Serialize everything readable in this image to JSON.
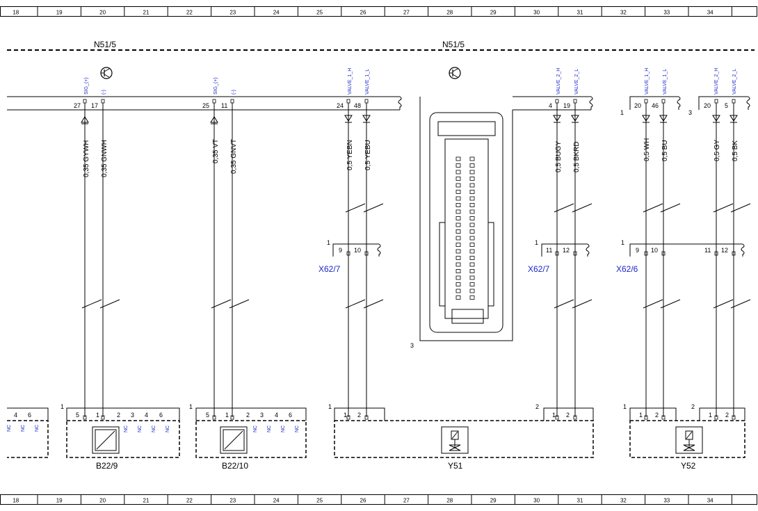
{
  "ruler": [
    "18",
    "19",
    "20",
    "21",
    "22",
    "23",
    "24",
    "25",
    "26",
    "27",
    "28",
    "29",
    "30",
    "31",
    "32",
    "33",
    "34"
  ],
  "module": {
    "left_label": "N51/5",
    "right_label": "N51/5"
  },
  "pins": {
    "p27": "27",
    "p17": "17",
    "p25": "25",
    "p11": "11",
    "p24": "24",
    "p48": "48",
    "p4": "4",
    "p19": "19",
    "p20a": "20",
    "p46": "46",
    "p20b": "20",
    "p5": "5"
  },
  "signals": {
    "sig_plus_a": "SIG_(+)",
    "minus_a": "(-)",
    "sig_plus_b": "SIG_(+)",
    "minus_b": "(-)",
    "valve1h_a": "VALVE_1_H",
    "valve1l_a": "VALVE_1_L",
    "valve2h_a": "VALVE_2_H",
    "valve2l_a": "VALVE_2_L",
    "valve1h_b": "VALVE_1_H",
    "valve1l_b": "VALVE_1_L",
    "valve2h_b": "VALVE_2_H",
    "valve2l_b": "VALVE_2_L"
  },
  "wires": {
    "w1": "0,35 GYWH",
    "w2": "0,35 GNWH",
    "w3": "0,35 VT",
    "w4": "0,35 GNVT",
    "w5": "0,5 YEBN",
    "w6": "0,5 YEBU",
    "w7": "0,5 BUGY",
    "w8": "0,5 BKRD",
    "w9": "0,5 WH",
    "w10": "0,5 BU",
    "w11": "0,5 GY",
    "w12": "0,5 BK"
  },
  "connector_group_marks": {
    "c1": "1",
    "c3": "3",
    "c3b": "3"
  },
  "connectors": {
    "x62_7a": {
      "label": "X62/7",
      "mark": "1",
      "pin_a": "9",
      "pin_b": "10"
    },
    "x62_7b": {
      "label": "X62/7",
      "mark": "1",
      "pin_a": "11",
      "pin_b": "12"
    },
    "x62_6": {
      "label": "X62/6",
      "mark": "1",
      "pin_a": "9",
      "pin_b": "10",
      "pin_c": "11",
      "pin_d": "12"
    }
  },
  "components": {
    "partial": {
      "p4": "4",
      "p6": "6",
      "nc": "NC"
    },
    "b22_9": {
      "label": "B22/9",
      "mark": "1",
      "pins": [
        "5",
        "1",
        "2",
        "3",
        "4",
        "6"
      ],
      "nc": "NC"
    },
    "b22_10": {
      "label": "B22/10",
      "mark": "1",
      "pins": [
        "5",
        "1",
        "2",
        "3",
        "4",
        "6"
      ],
      "nc": "NC"
    },
    "y51": {
      "label": "Y51",
      "mark1": "1",
      "mark2": "2",
      "pins1": [
        "1",
        "2"
      ],
      "pins2": [
        "1",
        "2"
      ]
    },
    "y52": {
      "label": "Y52",
      "mark1": "1",
      "mark2": "2",
      "pins1": [
        "1",
        "2"
      ],
      "pins2": [
        "1",
        "2"
      ]
    }
  },
  "colors": {
    "wire": "#000000",
    "signal_text": "#1a24c8"
  }
}
